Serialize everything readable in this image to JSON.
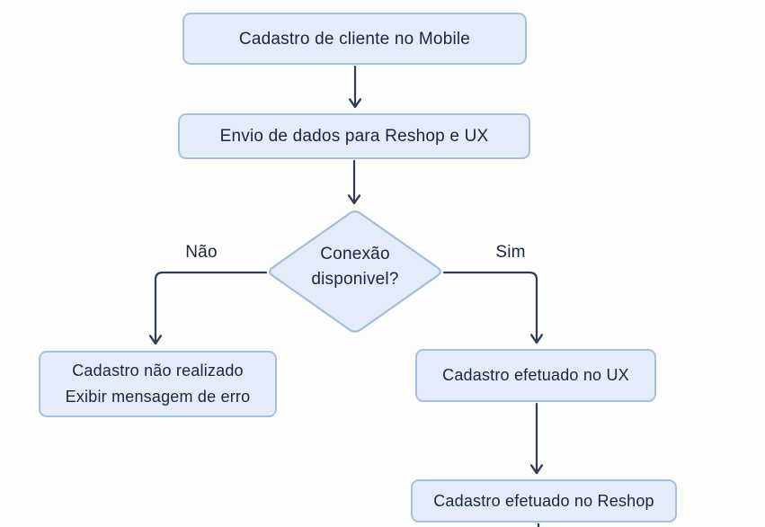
{
  "diagram": {
    "background": "#fdfdfc",
    "colors": {
      "node_fill": "#e3ecf8",
      "node_border": "#a4c1e0",
      "diamond_border": "#9fbede",
      "text": "#16273f",
      "arrow": "#2e3d55"
    },
    "nodes": {
      "start": {
        "label": "Cadastro de cliente no Mobile"
      },
      "send": {
        "label": "Envio de dados para Reshop e UX"
      },
      "decision": {
        "line1": "Conexão",
        "line2": "disponivel?"
      },
      "error": {
        "line1": "Cadastro não realizado",
        "line2": "Exibir mensagem de erro"
      },
      "ux": {
        "label": "Cadastro efetuado no UX"
      },
      "reshop": {
        "label": "Cadastro efetuado no Reshop"
      }
    },
    "edge_labels": {
      "no": "Não",
      "yes": "Sim"
    }
  }
}
